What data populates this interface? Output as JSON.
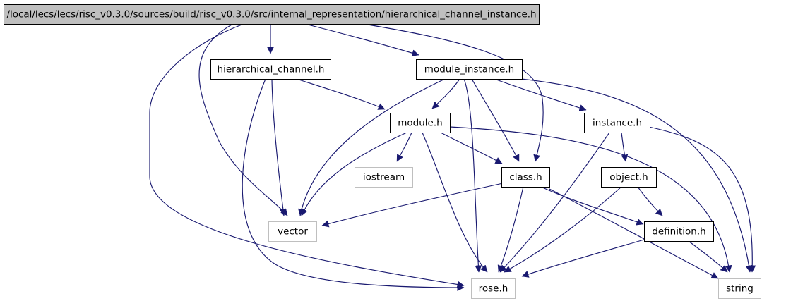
{
  "diagram": {
    "type": "include-dependency-graph",
    "colors": {
      "edge": "#191970",
      "root_fill": "#bfbfbf",
      "node_border": "#000000",
      "external_border": "#bfbfbf",
      "background": "#ffffff"
    },
    "nodes": [
      {
        "id": "root",
        "label": "/local/lecs/lecs/risc_v0.3.0/sources/build/risc_v0.3.0/src/internal_representation/hierarchical_channel_instance.h",
        "kind": "root"
      },
      {
        "id": "hierarchical_channel",
        "label": "hierarchical_channel.h",
        "kind": "header"
      },
      {
        "id": "module_instance",
        "label": "module_instance.h",
        "kind": "header"
      },
      {
        "id": "module",
        "label": "module.h",
        "kind": "header"
      },
      {
        "id": "instance",
        "label": "instance.h",
        "kind": "header"
      },
      {
        "id": "iostream",
        "label": "iostream",
        "kind": "external"
      },
      {
        "id": "class",
        "label": "class.h",
        "kind": "header"
      },
      {
        "id": "object",
        "label": "object.h",
        "kind": "header"
      },
      {
        "id": "vector",
        "label": "vector",
        "kind": "external"
      },
      {
        "id": "definition",
        "label": "definition.h",
        "kind": "header"
      },
      {
        "id": "rose",
        "label": "rose.h",
        "kind": "external"
      },
      {
        "id": "string",
        "label": "string",
        "kind": "external"
      }
    ],
    "edges": [
      {
        "from": "root",
        "to": "rose"
      },
      {
        "from": "root",
        "to": "vector"
      },
      {
        "from": "root",
        "to": "hierarchical_channel"
      },
      {
        "from": "root",
        "to": "module_instance"
      },
      {
        "from": "root",
        "to": "class"
      },
      {
        "from": "hierarchical_channel",
        "to": "module"
      },
      {
        "from": "hierarchical_channel",
        "to": "vector"
      },
      {
        "from": "hierarchical_channel",
        "to": "rose"
      },
      {
        "from": "module_instance",
        "to": "module"
      },
      {
        "from": "module_instance",
        "to": "vector"
      },
      {
        "from": "module_instance",
        "to": "rose"
      },
      {
        "from": "module_instance",
        "to": "class"
      },
      {
        "from": "module_instance",
        "to": "instance"
      },
      {
        "from": "module_instance",
        "to": "string"
      },
      {
        "from": "module",
        "to": "iostream"
      },
      {
        "from": "module",
        "to": "vector"
      },
      {
        "from": "module",
        "to": "rose"
      },
      {
        "from": "module",
        "to": "class"
      },
      {
        "from": "module",
        "to": "string"
      },
      {
        "from": "instance",
        "to": "object"
      },
      {
        "from": "instance",
        "to": "rose"
      },
      {
        "from": "instance",
        "to": "string"
      },
      {
        "from": "class",
        "to": "vector"
      },
      {
        "from": "class",
        "to": "rose"
      },
      {
        "from": "class",
        "to": "definition"
      },
      {
        "from": "class",
        "to": "string"
      },
      {
        "from": "object",
        "to": "definition"
      },
      {
        "from": "object",
        "to": "rose"
      },
      {
        "from": "definition",
        "to": "rose"
      },
      {
        "from": "definition",
        "to": "string"
      }
    ]
  }
}
